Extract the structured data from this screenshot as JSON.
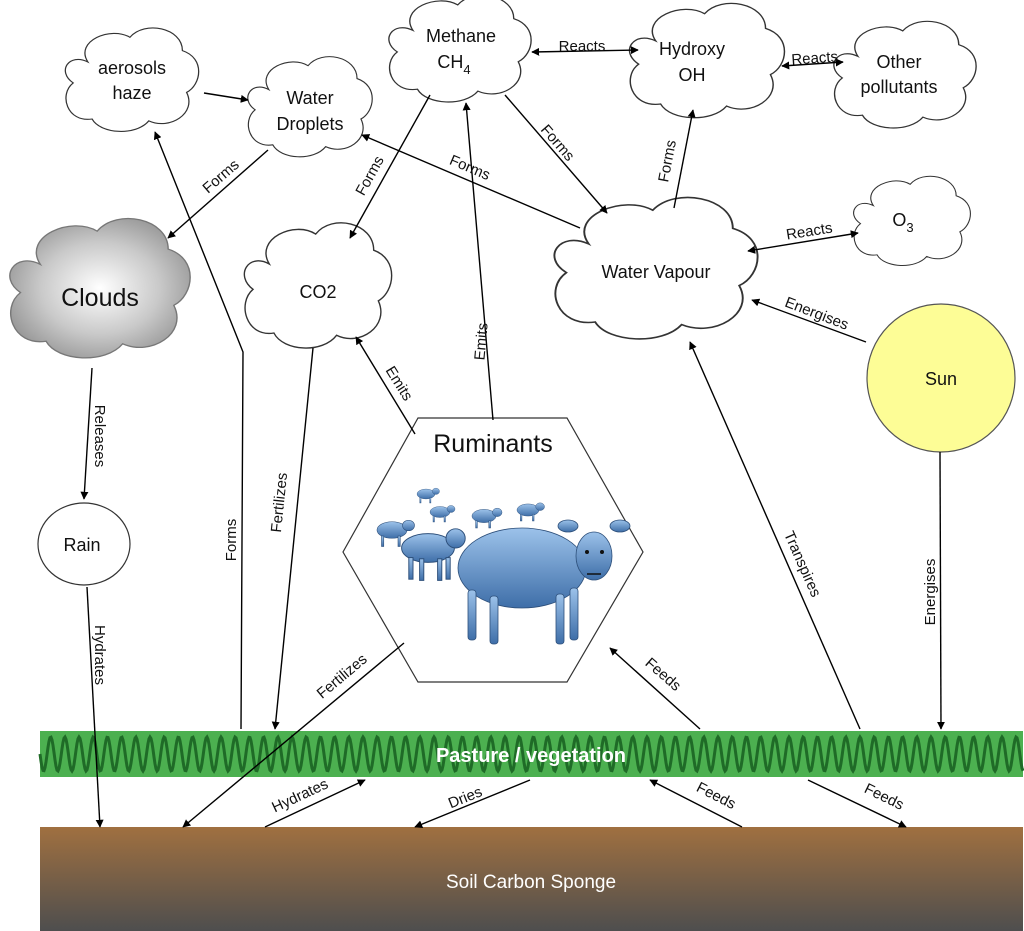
{
  "nodes": {
    "aerosols": {
      "lines": [
        "aerosols",
        "haze"
      ]
    },
    "water_droplets": {
      "lines": [
        "Water",
        "Droplets"
      ]
    },
    "methane": {
      "line1": "Methane",
      "formula_main": "CH",
      "formula_sub": "4"
    },
    "hydroxy": {
      "lines": [
        "Hydroxy",
        "OH"
      ]
    },
    "other_pollutants": {
      "lines": [
        "Other",
        "pollutants"
      ]
    },
    "ozone": {
      "formula_main": "O",
      "formula_sub": "3"
    },
    "clouds": {
      "label": "Clouds"
    },
    "co2": {
      "label": "CO2"
    },
    "water_vapour": {
      "label": "Water Vapour"
    },
    "sun": {
      "label": "Sun"
    },
    "rain": {
      "label": "Rain"
    },
    "ruminants": {
      "label": "Ruminants"
    },
    "pasture": {
      "label": "Pasture / vegetation"
    },
    "soil": {
      "label": "Soil Carbon Sponge"
    }
  },
  "edges": {
    "reacts_methane_hydroxy": "Reacts",
    "reacts_hydroxy_pollutants": "Reacts",
    "reacts_vapour_ozone": "Reacts",
    "forms_methane_vapour": "Forms",
    "forms_methane_co2": "Forms",
    "forms_vapour_hydroxy": "Forms",
    "forms_vapour_droplets": "Forms",
    "forms_droplets_clouds": "Forms",
    "forms_pasture_aerosols": "Forms",
    "emits_ruminants_methane": "Emits",
    "emits_ruminants_co2": "Emits",
    "energises_sun_vapour": "Energises",
    "energises_sun_pasture": "Energises",
    "releases_clouds_rain": "Releases",
    "hydrates_rain_soil": "Hydrates",
    "fertilizes_co2_pasture": "Fertilizes",
    "fertilizes_ruminants_soil": "Fertilizes",
    "transpires_pasture_vapour": "Transpires",
    "feeds_pasture_ruminants": "Feeds",
    "hydrates_soil_pasture": "Hydrates",
    "dries_pasture_soil": "Dries",
    "feeds_soil_pasture": "Feeds",
    "feeds_pasture_soil": "Feeds"
  },
  "colors": {
    "sun_fill": "#fdfd96",
    "pasture_green": "#4cb050",
    "pasture_wave": "#1f6b27",
    "soil_top": "#a07040",
    "soil_bottom": "#4e4e4e",
    "animal_blue": "#5b8fc9"
  }
}
